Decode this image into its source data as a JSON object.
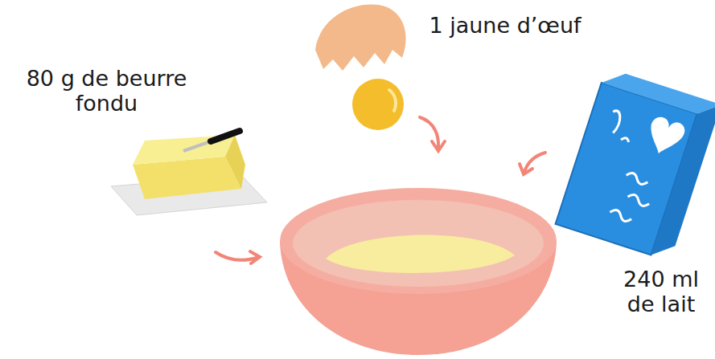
{
  "diagram": {
    "labels": [
      "1 jaune d’œuf",
      "80 g de beurre fondu",
      "240 ml de lait"
    ]
  }
}
